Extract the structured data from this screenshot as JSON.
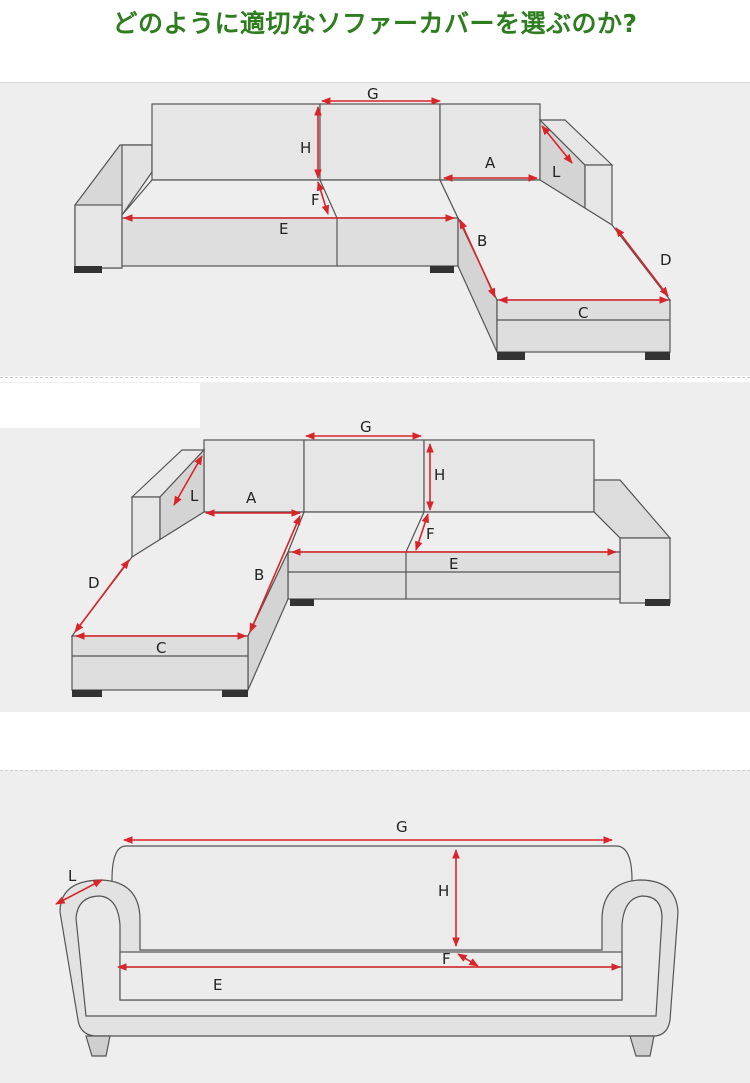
{
  "title": "どのように適切なソファーカバーを選ぶのか?",
  "colors": {
    "title": "#2e7d1f",
    "measure": "#d9252a",
    "sofa_fill": "#e6e6e6",
    "sofa_stroke": "#555555",
    "background": "#efeeef"
  },
  "diagrams": [
    {
      "name": "right-chaise-sectional",
      "labels": {
        "G": "G",
        "H": "H",
        "F": "F",
        "E": "E",
        "A": "A",
        "L": "L",
        "B": "B",
        "C": "C",
        "D": "D"
      }
    },
    {
      "name": "left-chaise-sectional",
      "labels": {
        "G": "G",
        "H": "H",
        "F": "F",
        "E": "E",
        "A": "A",
        "L": "L",
        "B": "B",
        "C": "C",
        "D": "D"
      }
    },
    {
      "name": "three-seat-sofa",
      "labels": {
        "G": "G",
        "H": "H",
        "F": "F",
        "E": "E",
        "L": "L"
      }
    }
  ]
}
